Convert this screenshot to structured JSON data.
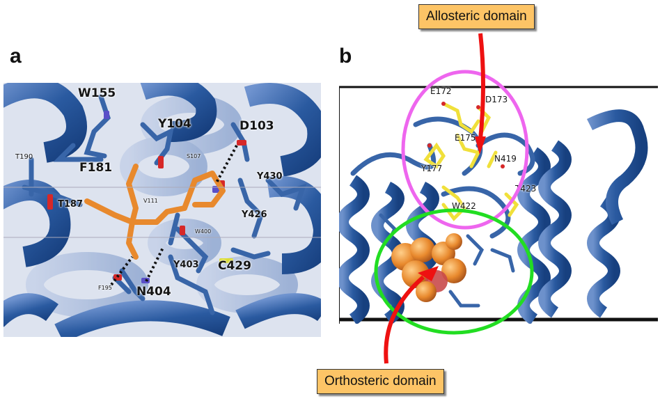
{
  "panels": {
    "a": {
      "letter": "a",
      "labels": {
        "W155": "W155",
        "Y104": "Y104",
        "D103": "D103",
        "S107": "S107",
        "T190": "T190",
        "F181": "F181",
        "Y430": "Y430",
        "T187": "T187",
        "V111": "V111",
        "W400": "W400",
        "Y426": "Y426",
        "Y403": "Y403",
        "C429": "C429",
        "F195": "F195",
        "N404": "N404"
      }
    },
    "b": {
      "letter": "b",
      "labels": {
        "E172": "E172",
        "D173": "D173",
        "E175": "E175",
        "Y177": "Y177",
        "N419": "N419",
        "T423": "T423",
        "W422": "W422"
      },
      "allosteric_callout": "Allosteric domain",
      "orthosteric_callout": "Orthosteric domain"
    }
  },
  "colors": {
    "helix": "#2a5aa0",
    "helix_light": "#8ea6d0",
    "ligand": "#e8892d",
    "allosteric_ring": "#ee66ee",
    "orthosteric_ring": "#22dd22",
    "arrow": "#ee1111",
    "callout_fill": "#fdc466",
    "side_chain_yellow": "#f0e03a"
  }
}
